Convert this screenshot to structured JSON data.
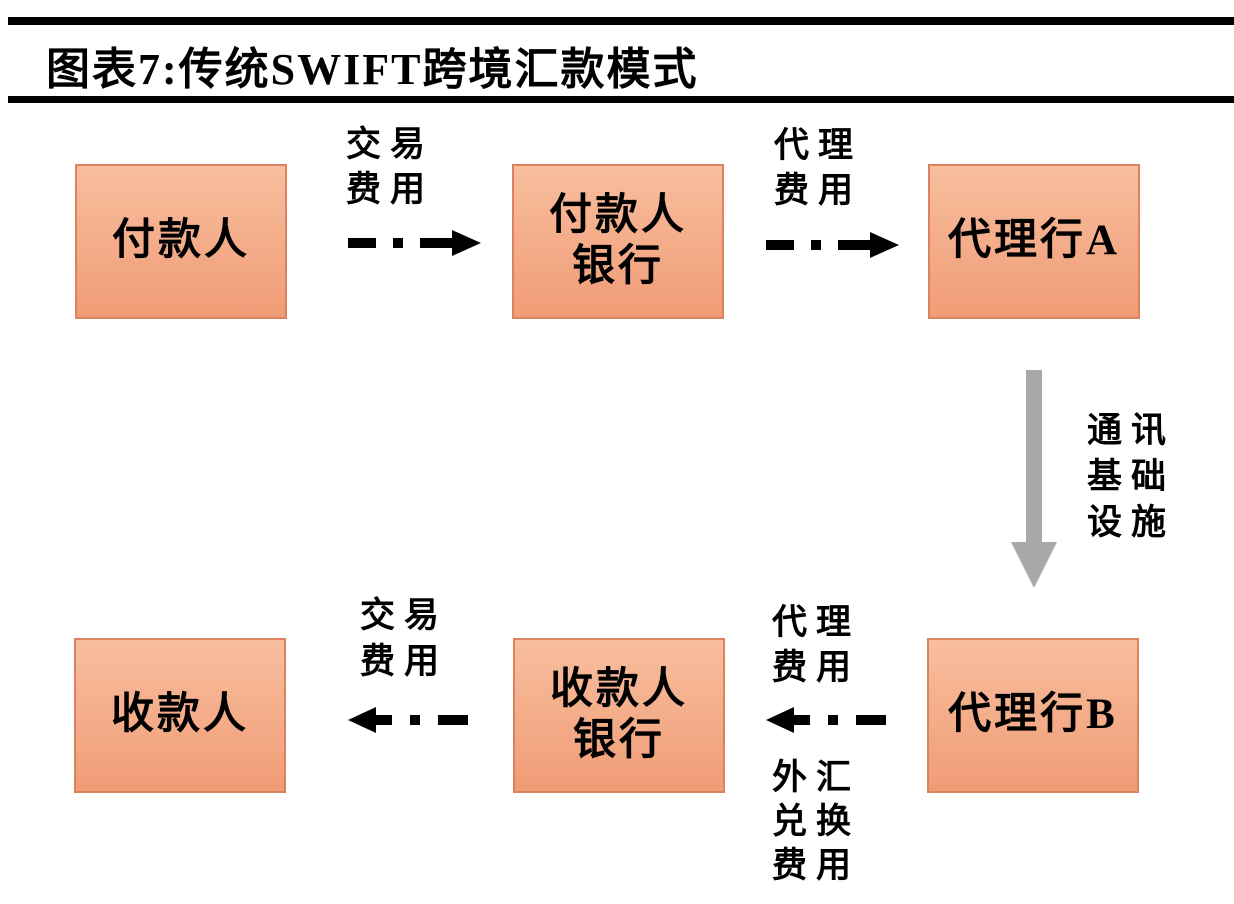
{
  "figure": {
    "title": "图表7:传统SWIFT跨境汇款模式"
  },
  "colors": {
    "ink": "#000000",
    "box_fill_top": "#F8BE9E",
    "box_fill_bottom": "#F09C76",
    "box_border": "#DB835E",
    "arrow_gray": "#A9A9A9",
    "bg": "#FFFFFF"
  },
  "nodes": {
    "payer": "付款人",
    "payer_bank": "付款人\n银行",
    "agent_a": "代理行A",
    "payee": "收款人",
    "payee_bank": "收款人\n银行",
    "agent_b": "代理行B"
  },
  "edge_labels": {
    "payer_to_payer_bank": "交易\n费用",
    "payer_bank_to_agent_a": "代理\n费用",
    "agent_a_to_agent_b": "通讯\n基础\n设施",
    "agent_b_to_payee_bank_fee": "代理\n费用",
    "agent_b_to_payee_bank_fx": "外汇\n兑换\n费用",
    "payee_bank_to_payee": "交易\n费用"
  }
}
